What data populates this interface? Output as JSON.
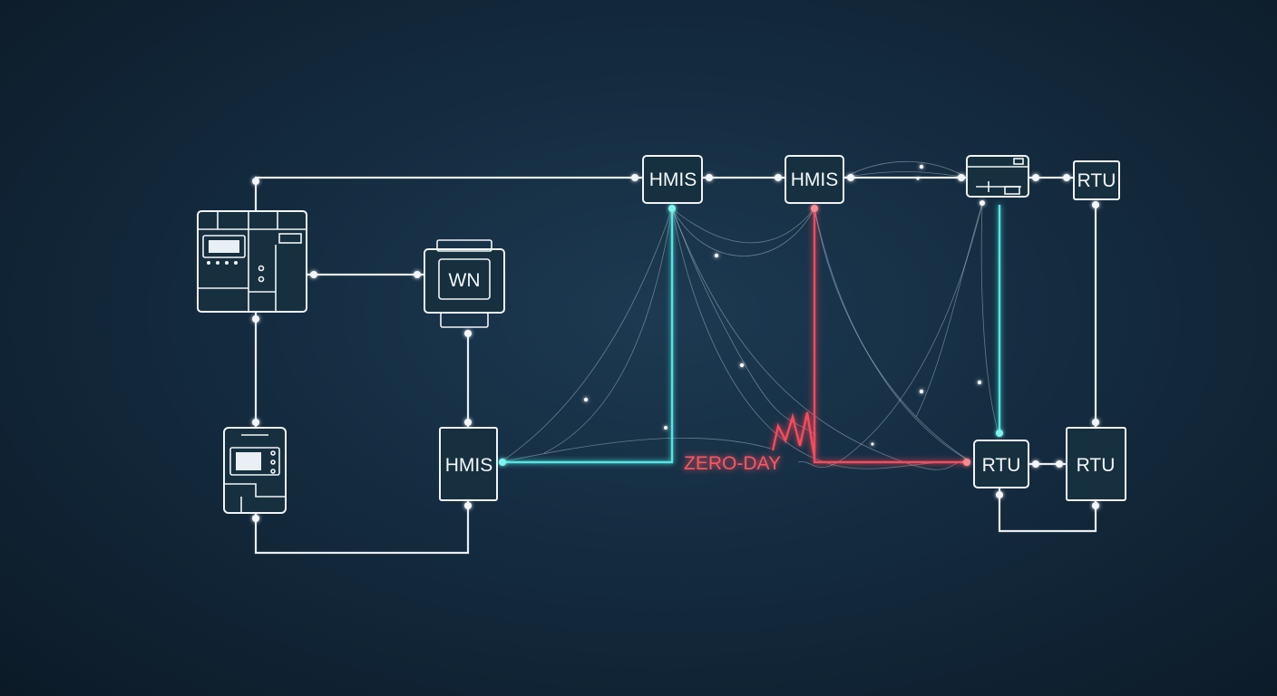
{
  "nodes": {
    "hmis_top_left": {
      "label": "HMIS"
    },
    "hmis_top_mid": {
      "label": "HMIS"
    },
    "hmis_bottom": {
      "label": "HMIS"
    },
    "wn_device": {
      "label": "WN"
    },
    "rtu_top_right": {
      "label": "RTU"
    },
    "rtu_bottom_left": {
      "label": "RTU"
    },
    "rtu_bottom_right": {
      "label": "RTU"
    }
  },
  "alert": {
    "label": "ZERO-DAY"
  },
  "colors": {
    "background": "#13283a",
    "line": "#e8edf2",
    "secure_link": "#52e6e2",
    "attack_link": "#ff4a5a"
  }
}
